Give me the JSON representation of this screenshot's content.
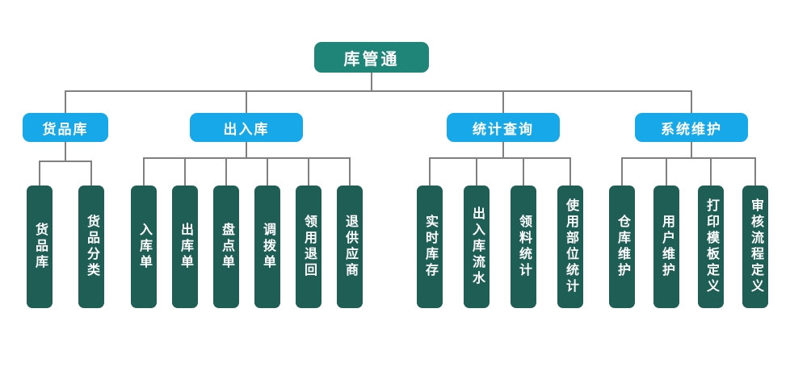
{
  "diagram": {
    "title": "库管通",
    "type": "org-tree",
    "colors": {
      "root": "#1f8578",
      "level2": "#16a8e8",
      "leaf": "#1e5e55",
      "connector": "#808080",
      "background": "#ffffff",
      "text": "#ffffff"
    },
    "root": {
      "label": "库管通"
    },
    "branches": [
      {
        "label": "货品库",
        "leaves": [
          {
            "label": "货品库"
          },
          {
            "label": "货品分类"
          }
        ]
      },
      {
        "label": "出入库",
        "leaves": [
          {
            "label": "入库单"
          },
          {
            "label": "出库单"
          },
          {
            "label": "盘点单"
          },
          {
            "label": "调拨单"
          },
          {
            "label": "领用退回"
          },
          {
            "label": "退供应商"
          }
        ]
      },
      {
        "label": "统计查询",
        "leaves": [
          {
            "label": "实时库存"
          },
          {
            "label": "出入库流水"
          },
          {
            "label": "领料统计"
          },
          {
            "label": "使用部位统计"
          }
        ]
      },
      {
        "label": "系统维护",
        "leaves": [
          {
            "label": "仓库维护"
          },
          {
            "label": "用户维护"
          },
          {
            "label": "打印模板定义"
          },
          {
            "label": "审核流程定义"
          }
        ]
      }
    ]
  }
}
